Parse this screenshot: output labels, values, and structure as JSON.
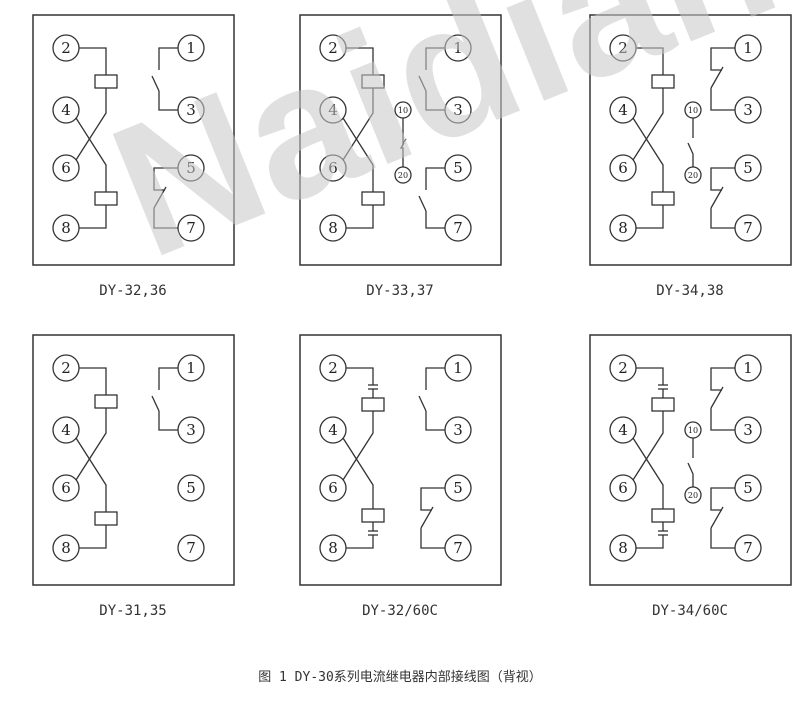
{
  "watermark": "Naidian",
  "caption": "图 1  DY-30系列电流继电器内部接线图（背视）",
  "terminals": {
    "left": [
      "2",
      "4",
      "6",
      "8"
    ],
    "right": [
      "1",
      "3",
      "5",
      "7"
    ],
    "aux": [
      "10",
      "20"
    ]
  },
  "panels": [
    {
      "label": "DY-32,36",
      "aux_contact": "none",
      "capacitors": false,
      "contact_13": "open",
      "contact_57": "closed"
    },
    {
      "label": "DY-33,37",
      "aux_contact": "closed",
      "capacitors": false,
      "contact_13": "open",
      "contact_57": "open"
    },
    {
      "label": "DY-34,38",
      "aux_contact": "open",
      "capacitors": false,
      "contact_13": "closed",
      "contact_57": "closed"
    },
    {
      "label": "DY-31,35",
      "aux_contact": "none",
      "capacitors": false,
      "contact_13": "open",
      "contact_57": "none"
    },
    {
      "label": "DY-32/60C",
      "aux_contact": "none",
      "capacitors": true,
      "contact_13": "open",
      "contact_57": "closed"
    },
    {
      "label": "DY-34/60C",
      "aux_contact": "open",
      "capacitors": true,
      "contact_13": "closed",
      "contact_57": "closed"
    }
  ]
}
